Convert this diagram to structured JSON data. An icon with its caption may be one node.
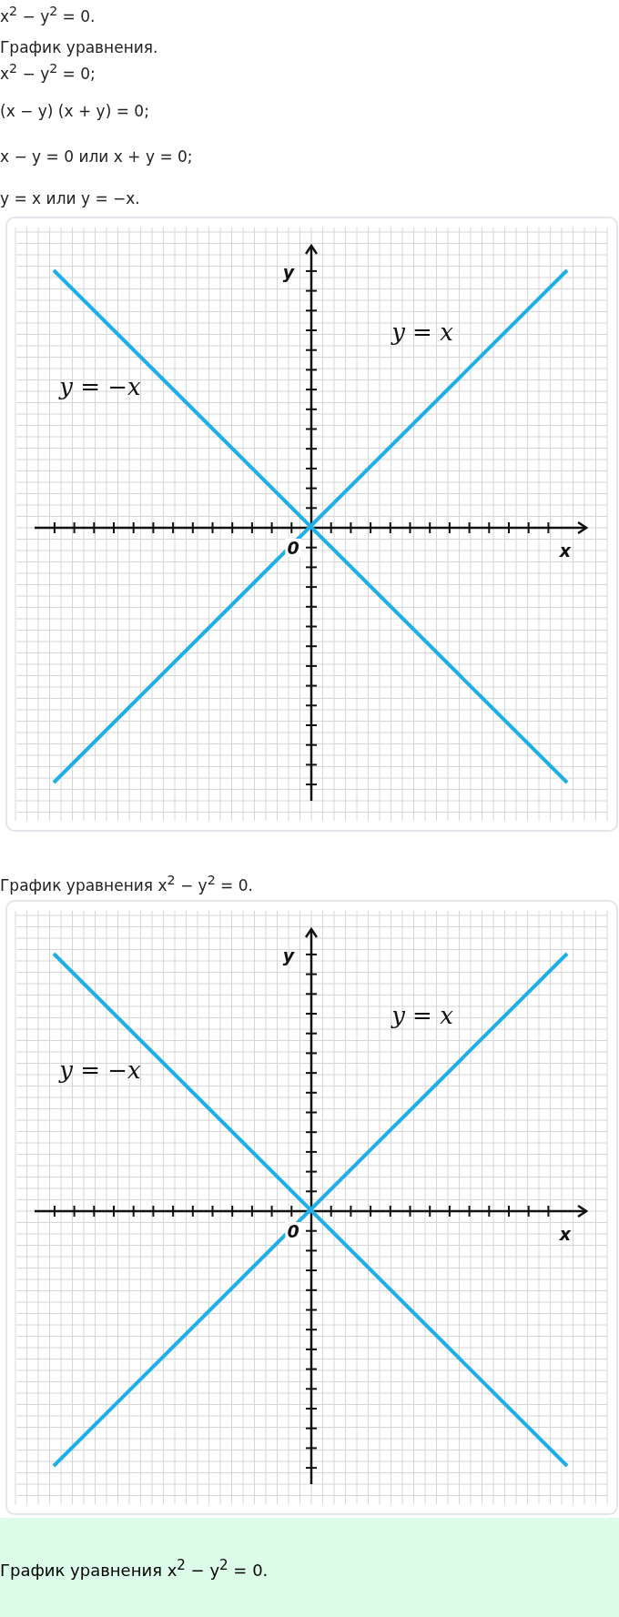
{
  "diagram": {
    "labels": [
      "x$^{2}$ − y$^{2}$ = 0.",
      "График уравнения.",
      "x$^{2}$ − y$^{2}$ = 0;",
      "(x − y) (x + y) = 0;",
      "x − y = 0 или x + y = 0;",
      "y = x или y = −x.",
      "y",
      "y = x",
      "y = −x",
      "0",
      "x",
      "График уравнения x$^{2}$ − y$^{2}$ = 0.",
      "y",
      "y = x",
      "y = −x",
      "0",
      "x",
      "График уравнения x$^{2}$ − y$^{2}$ = 0."
    ]
  }
}
